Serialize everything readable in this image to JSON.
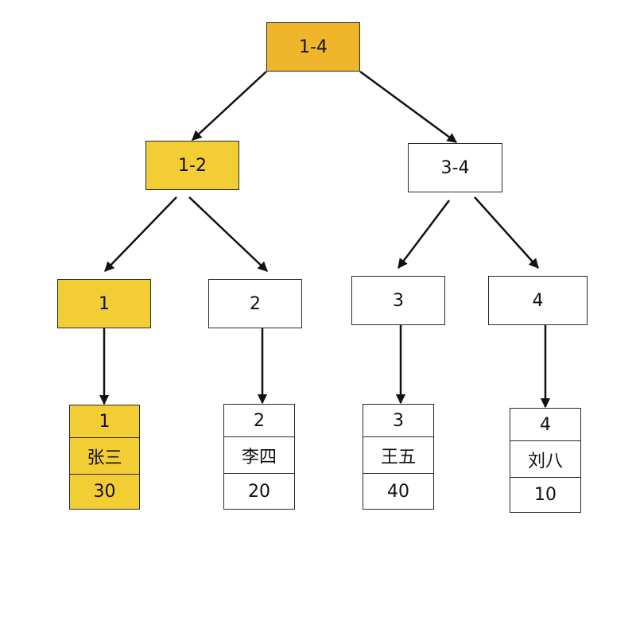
{
  "tree": {
    "root": {
      "label": "1-4"
    },
    "left": {
      "label": "1-2"
    },
    "right": {
      "label": "3-4"
    },
    "leaves": [
      {
        "label": "1"
      },
      {
        "label": "2"
      },
      {
        "label": "3"
      },
      {
        "label": "4"
      }
    ]
  },
  "records": [
    {
      "id": "1",
      "name": "张三",
      "value": "30"
    },
    {
      "id": "2",
      "name": "李四",
      "value": "20"
    },
    {
      "id": "3",
      "name": "王五",
      "value": "40"
    },
    {
      "id": "4",
      "name": "刘八",
      "value": "10"
    }
  ],
  "colors": {
    "highlight_root": "#EFB62C",
    "highlight": "#F3CD34",
    "node": "#FFFFFF",
    "edge": "#111111"
  }
}
